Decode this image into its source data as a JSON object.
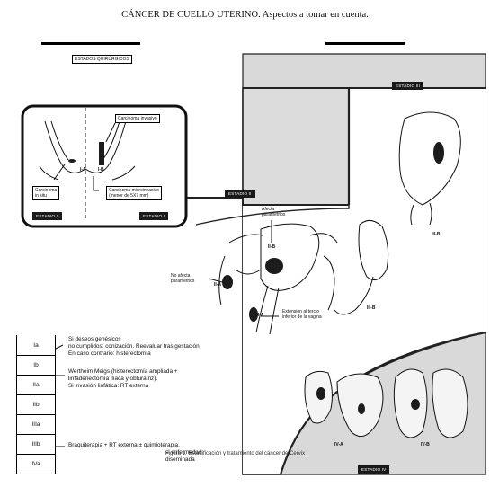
{
  "title": "CÁNCER DE CUELLO UTERINO. Aspectos a tomar en cuenta.",
  "header_label": "ESTADOS QUIRÚRGICOS",
  "stages": {
    "s0": "ESTADIO 0",
    "s1": "ESTADIO I",
    "s2": "ESTADIO II",
    "s3": "ESTADIO III",
    "s4": "ESTADIO IV"
  },
  "diagram_labels": {
    "carcinoma_invasivo": "Carcinoma invasivo",
    "carcinoma_in_situ_1": "Carcinoma",
    "carcinoma_in_situ_2": "in situ",
    "microinvasivo_1": "Carcinoma microinvasivo",
    "microinvasivo_2": "(menor de 5X7 mm)",
    "i_a": "I-A",
    "i_b": "I-B",
    "afecta_1": "Afecta",
    "afecta_2": "parametrios",
    "ii_b": "II-B",
    "no_afecta_1": "No afecta",
    "no_afecta_2": "parametrios",
    "ii_a": "II-A",
    "extension_1": "Extensión al tercio",
    "extension_2": "inferior de la vagina",
    "iii_a": "III-A",
    "iii_b_top": "III-B",
    "iii_b_mid": "III-B",
    "iv_a": "IV-A",
    "iv_b": "IV-B"
  },
  "stage_table": [
    "Ia",
    "Ib",
    "IIa",
    "IIb",
    "IIIa",
    "IIIb",
    "IVa"
  ],
  "treatments": {
    "t1_line1": "Si deseos genésicos",
    "t1_line2": "no cumplidos: conización. Reevaluar tras gestación",
    "t1_line3": "En caso contrario: histerectomía",
    "t2_line1": "Wertheim Meigs (histerectomía ampliada +",
    "t2_line2": "linfadenectomía ilíaca y obturatriz).",
    "t2_line3": "Si invasión linfática: RT externa",
    "t3_line1": "Braquiterapia + RT externa ± quimioterapia,",
    "t3_line2": "si enfermedad",
    "t3_line3": "diseminada"
  },
  "caption": "Figura 1. Estadificación y tratamiento del cáncer de Cervix",
  "colors": {
    "panel_gray": "#d9d9d9",
    "dark_label": "#1a1a1a",
    "tumor": "#1c1c1c"
  }
}
